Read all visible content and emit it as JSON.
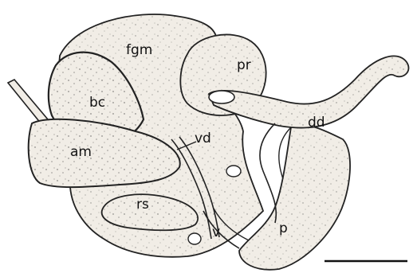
{
  "labels": {
    "fgm": "fgm",
    "pr": "pr",
    "bc": "bc",
    "dd": "dd",
    "vd": "vd",
    "am": "am",
    "rs": "rs",
    "v": "v",
    "p": "p"
  },
  "colors": {
    "organ_fill": "#f1ede6",
    "organ_stroke": "#222222",
    "stipple": "#3a3a3a",
    "background": "#ffffff"
  },
  "scale_bar": {
    "label": ""
  }
}
